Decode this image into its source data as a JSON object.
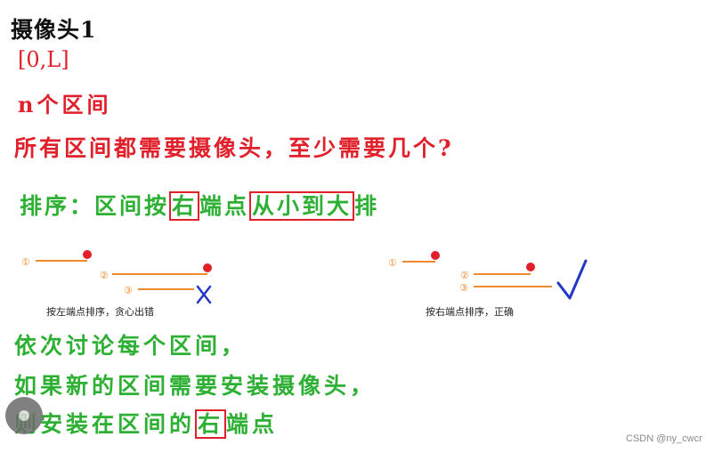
{
  "title": "摄像头1",
  "range": "[0,L]",
  "count_line": "n个区间",
  "question": "所有区间都需要摄像头，至少需要几个?",
  "sort": {
    "prefix": "排序：区间按",
    "box1": "右",
    "middle": "端点",
    "box2": "从小到大",
    "suffix": "排"
  },
  "diagram_left": {
    "markers": [
      "①",
      "②",
      "③"
    ],
    "caption": "按左端点排序，贪心出错",
    "mark_icon": "cross-icon"
  },
  "diagram_right": {
    "markers": [
      "①",
      "②",
      "③"
    ],
    "caption": "按右端点排序，正确",
    "mark_icon": "check-icon"
  },
  "steps": {
    "line1": "依次讨论每个区间，",
    "line2": "如果新的区间需要安装摄像头，",
    "line3_prefix": "则安装在区间的",
    "line3_box": "右",
    "line3_suffix": "端点"
  },
  "watermark": "CSDN @ny_cwcr",
  "colors": {
    "red": "#e0202a",
    "green": "#2db034",
    "orange": "#f08a2e",
    "blue": "#2438c8"
  }
}
